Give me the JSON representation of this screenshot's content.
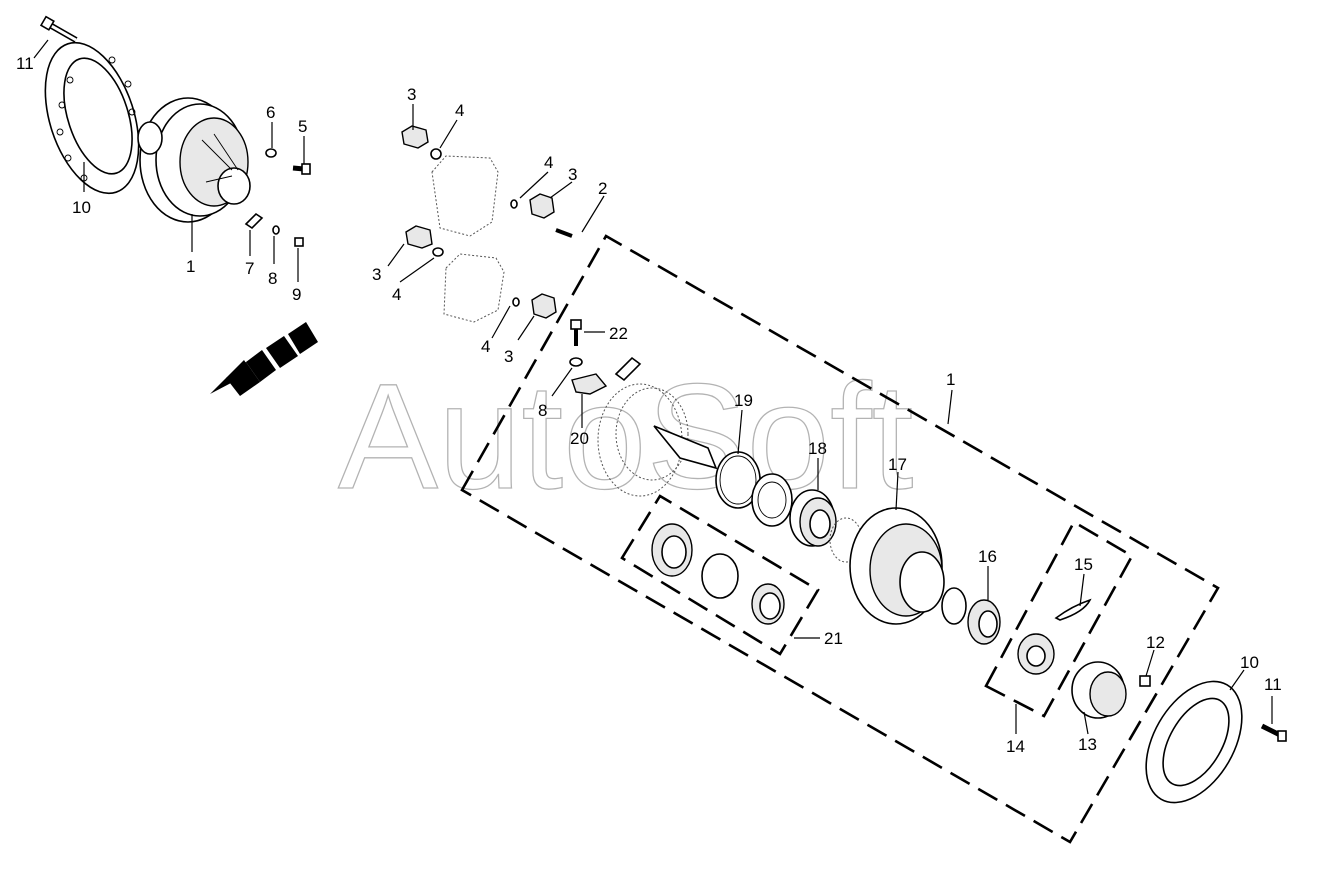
{
  "watermark": "AutoSoft",
  "labels": [
    {
      "id": "l11a",
      "text": "11"
    },
    {
      "id": "l10a",
      "text": "10"
    },
    {
      "id": "l1a",
      "text": "1"
    },
    {
      "id": "l6",
      "text": "6"
    },
    {
      "id": "l5",
      "text": "5"
    },
    {
      "id": "l7",
      "text": "7"
    },
    {
      "id": "l8a",
      "text": "8"
    },
    {
      "id": "l9",
      "text": "9"
    },
    {
      "id": "l3a",
      "text": "3"
    },
    {
      "id": "l4a",
      "text": "4"
    },
    {
      "id": "l4b",
      "text": "4"
    },
    {
      "id": "l3b",
      "text": "3"
    },
    {
      "id": "l2",
      "text": "2"
    },
    {
      "id": "l3c",
      "text": "3"
    },
    {
      "id": "l4c",
      "text": "4"
    },
    {
      "id": "l4d",
      "text": "4"
    },
    {
      "id": "l3d",
      "text": "3"
    },
    {
      "id": "l22",
      "text": "22"
    },
    {
      "id": "l8b",
      "text": "8"
    },
    {
      "id": "l20",
      "text": "20"
    },
    {
      "id": "l19",
      "text": "19"
    },
    {
      "id": "l18",
      "text": "18"
    },
    {
      "id": "l1b",
      "text": "1"
    },
    {
      "id": "l17",
      "text": "17"
    },
    {
      "id": "l16",
      "text": "16"
    },
    {
      "id": "l15",
      "text": "15"
    },
    {
      "id": "l21",
      "text": "21"
    },
    {
      "id": "l12",
      "text": "12"
    },
    {
      "id": "l14",
      "text": "14"
    },
    {
      "id": "l13",
      "text": "13"
    },
    {
      "id": "l10b",
      "text": "10"
    },
    {
      "id": "l11b",
      "text": "11"
    }
  ]
}
